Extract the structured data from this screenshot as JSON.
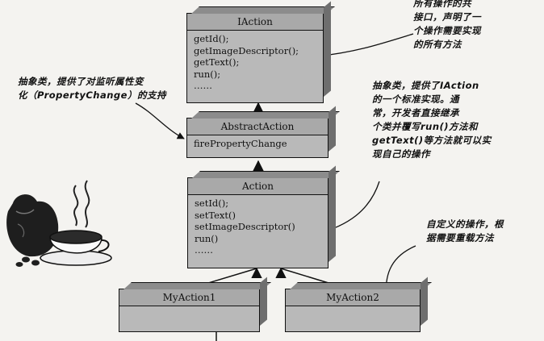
{
  "boxes": {
    "iaction": {
      "title": "IAction",
      "methods": [
        "getId();",
        "getImageDescriptor();",
        "getText();",
        "run();",
        "……"
      ]
    },
    "abstract": {
      "title": "AbstractAction",
      "methods": [
        "firePropertyChange"
      ]
    },
    "action": {
      "title": "Action",
      "methods": [
        "setId();",
        "setText()",
        "setImageDescriptor()",
        "run()",
        "……"
      ]
    },
    "myaction1": {
      "title": "MyAction1"
    },
    "myaction2": {
      "title": "MyAction2"
    }
  },
  "notes": {
    "top_right": [
      "所有操作的共",
      "接口，声明了一",
      "个操作需要实现",
      "的所有方法"
    ],
    "left": [
      "抽象类，提供了对监听属性变",
      "化（PropertyChange）的支持"
    ],
    "right": [
      "抽象类，提供了IAction",
      "的一个标准实现。通",
      "常，开发者直接继承",
      "个类并覆写run()方法和",
      "getText()等方法就可以实",
      "现自己的操作"
    ],
    "bottom_right": [
      "自定义的操作，根",
      "据需要重载方法"
    ]
  },
  "colors": {
    "box": "#b9b9b9",
    "box_title": "#a9a9a9",
    "line": "#111111",
    "background": "#f4f3f0"
  }
}
